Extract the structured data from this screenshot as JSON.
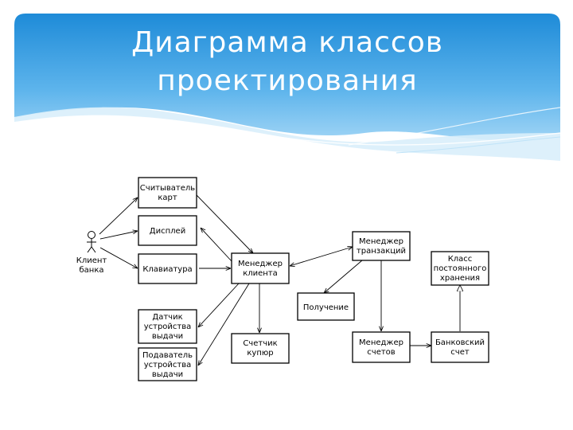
{
  "slide": {
    "title_line1": "Диаграмма классов",
    "title_line2": "проектирования"
  },
  "diagram": {
    "actor": {
      "line1": "Клиент",
      "line2": "банка"
    },
    "boxes": {
      "card_reader": [
        "Считыватель",
        "карт"
      ],
      "display": [
        "Дисплей"
      ],
      "keyboard": [
        "Клавиатура"
      ],
      "dispenser_sensor": [
        "Датчик",
        "устройства",
        "выдачи"
      ],
      "dispenser_feeder": [
        "Подаватель",
        "устройства",
        "выдачи"
      ],
      "client_manager": [
        "Менеджер",
        "клиента"
      ],
      "bill_counter": [
        "Счетчик",
        "купюр"
      ],
      "receipt": [
        "Получение"
      ],
      "transaction_manager": [
        "Менеджер",
        "транзакций"
      ],
      "account_manager": [
        "Менеджер",
        "счетов"
      ],
      "persistent_class": [
        "Класс",
        "постоянного",
        "хранения"
      ],
      "bank_account": [
        "Банковский",
        "счет"
      ]
    }
  }
}
